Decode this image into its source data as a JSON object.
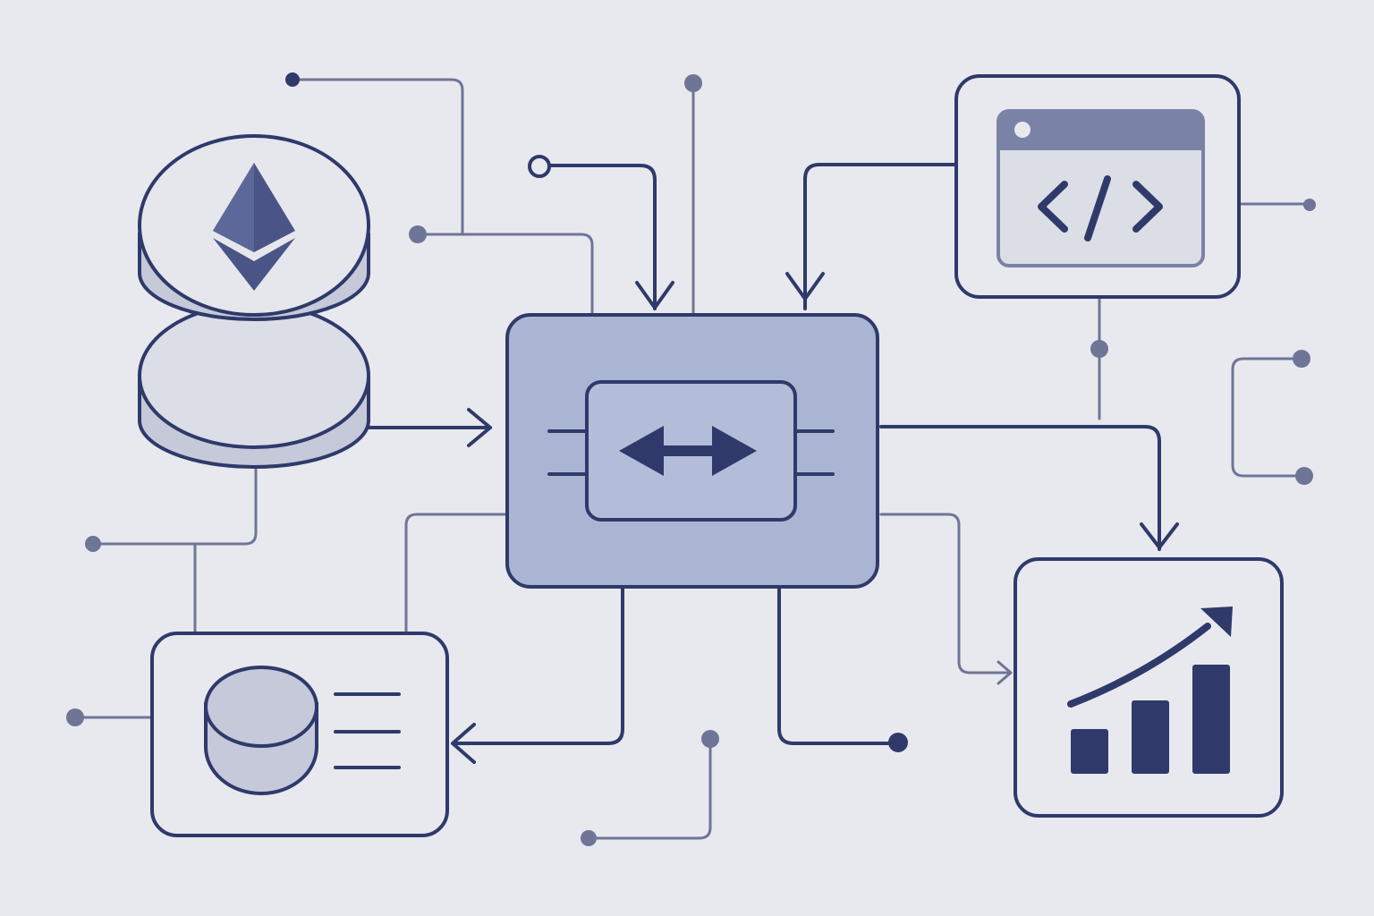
{
  "colors": {
    "background": "#e8e9ee",
    "primary_stroke": "#2f3a6b",
    "secondary_stroke": "#6e7597",
    "hub_fill": "#aab5d4",
    "cylinder_fill": "#c5c9d9",
    "panel_fill": "#e4e5eb"
  },
  "nodes": [
    {
      "id": "ethereum-database",
      "icon": "ethereum-icon"
    },
    {
      "id": "central-hub",
      "icon": "bidirectional-arrow-icon"
    },
    {
      "id": "code-window",
      "icon": "code-brackets-icon"
    },
    {
      "id": "analytics-chart",
      "icon": "growth-chart-icon"
    },
    {
      "id": "database-record",
      "icon": "database-list-icon"
    }
  ]
}
